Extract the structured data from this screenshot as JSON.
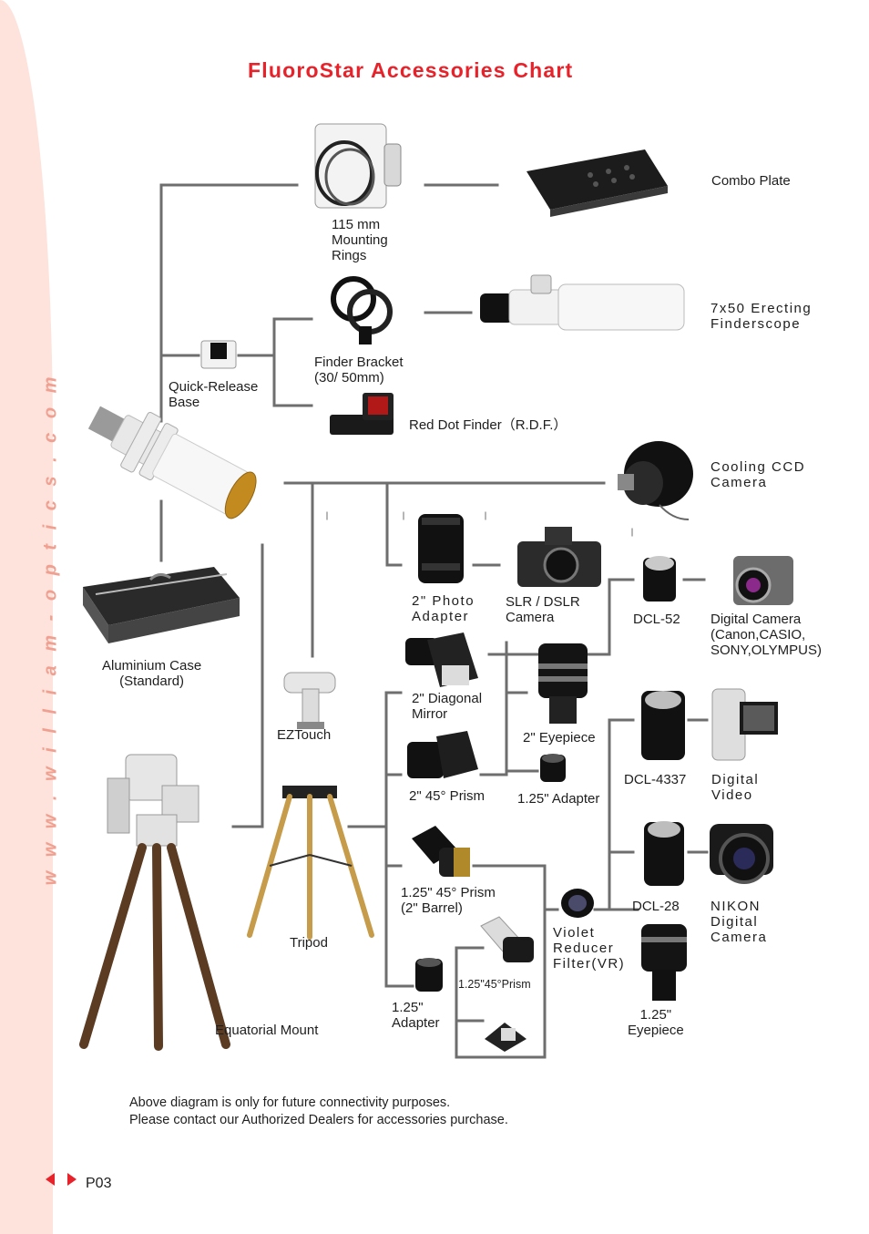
{
  "site_url": "w w w . w i l l i a m - o p t i c s . c o m",
  "title": "FluoroStar Accessories Chart",
  "labels": {
    "mounting_rings": "115 mm\nMounting\nRings",
    "combo_plate": "Combo Plate",
    "finderscope": "7x50 Erecting\nFinderscope",
    "finder_bracket": "Finder Bracket\n(30/ 50mm)",
    "quick_release": "Quick-Release\nBase",
    "red_dot": "Red Dot Finder（R.D.F.）",
    "cooling_ccd": "Cooling CCD\nCamera",
    "photo_adapter": "2\" Photo\nAdapter",
    "slr_camera": "SLR / DSLR\nCamera",
    "dcl52": "DCL-52",
    "digital_camera": "Digital Camera\n(Canon,CASIO,\nSONY,OLYMPUS)",
    "aluminium_case": "Aluminium Case\n(Standard)",
    "eztouch": "EZTouch",
    "diagonal_mirror": "2\" Diagonal\nMirror",
    "eyepiece_2": "2\" Eyepiece",
    "prism_45_2": "2\"  45° Prism",
    "adapter_125_a": "1.25\" Adapter",
    "dcl4337": "DCL-4337",
    "digital_video": "Digital\nVideo",
    "tripod": "Tripod",
    "prism_125_45": "1.25\" 45° Prism\n(2\" Barrel)",
    "dcl28": "DCL-28",
    "nikon_camera": "NIKON\nDigital\nCamera",
    "violet_filter": "Violet\nReducer\nFilter(VR)",
    "prism_125_45_small": "1.25\"45°Prism",
    "adapter_125_b": "1.25\"\nAdapter",
    "eyepiece_125": "1.25\"\nEyepiece",
    "equatorial_mount": "Equatorial Mount"
  },
  "footer": {
    "line1": "Above diagram is only for future connectivity purposes.",
    "line2": "Please contact our Authorized Dealers for accessories purchase."
  },
  "page_number": "P03",
  "icons": {
    "telescope": "telescope-image",
    "mounting_rings": "mounting-rings-image",
    "combo_plate": "combo-plate-image",
    "finder_bracket": "finder-bracket-image",
    "finderscope": "finderscope-image",
    "quick_release": "quick-release-base-image",
    "red_dot": "red-dot-finder-image",
    "ccd": "ccd-camera-image",
    "photo_adapter": "photo-adapter-image",
    "slr": "slr-camera-image",
    "dcl52": "dcl52-image",
    "digital_camera": "digital-camera-image",
    "case": "aluminium-case-image",
    "eztouch": "eztouch-image",
    "diagonal": "diagonal-mirror-image",
    "eyepiece_2": "eyepiece-2-image",
    "prism_2": "prism-2-image",
    "adapter_125": "adapter-125-image",
    "dcl4337": "dcl4337-image",
    "video": "digital-video-image",
    "tripod": "tripod-image",
    "prism_125": "prism-125-image",
    "dcl28": "dcl28-image",
    "nikon": "nikon-camera-image",
    "filter": "violet-filter-image",
    "prism_small": "prism-small-image",
    "adapter_125_b": "adapter-125b-image",
    "eyepiece_125": "eyepiece-125-image",
    "mount": "equatorial-mount-image",
    "prism_small2": "prism-small2-image"
  },
  "colors": {
    "title": "#e8222a",
    "sidebar": "#fde3dc",
    "site_url": "#f0a090",
    "lines": "#6e6e6e"
  }
}
